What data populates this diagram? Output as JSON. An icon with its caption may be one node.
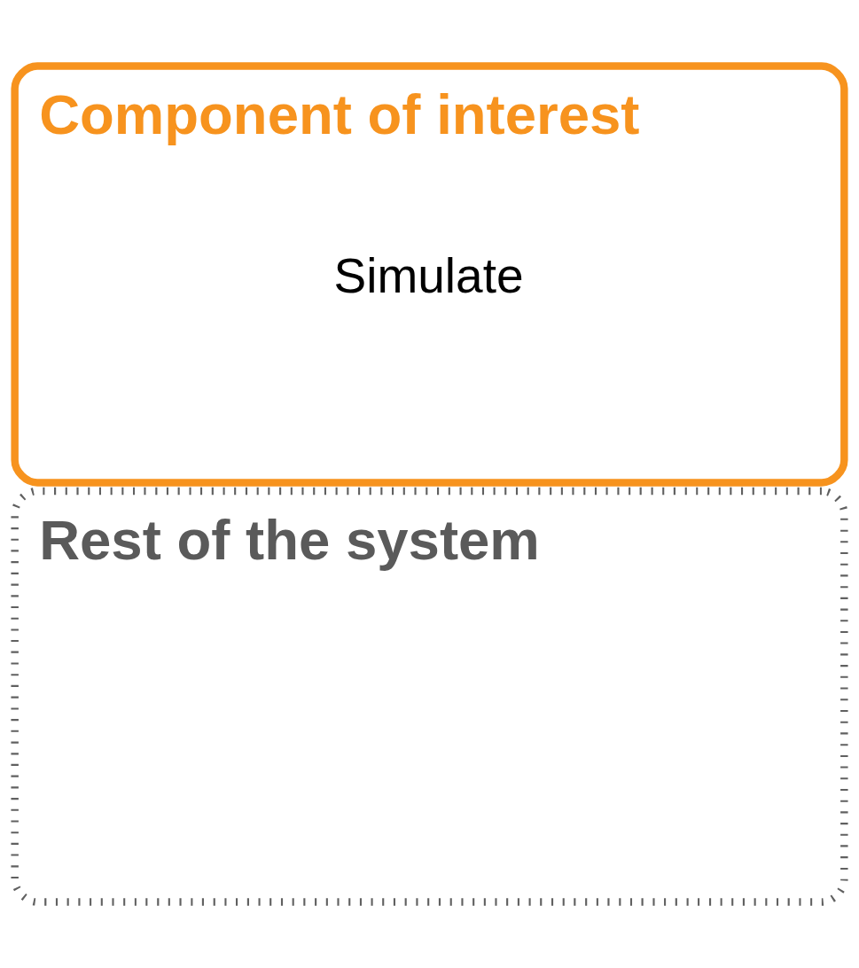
{
  "diagram": {
    "nodes": [
      {
        "text": [
          "Rest of the system"
        ]
      },
      {
        "text": [
          "Component of interest",
          "Simulate"
        ]
      }
    ]
  }
}
